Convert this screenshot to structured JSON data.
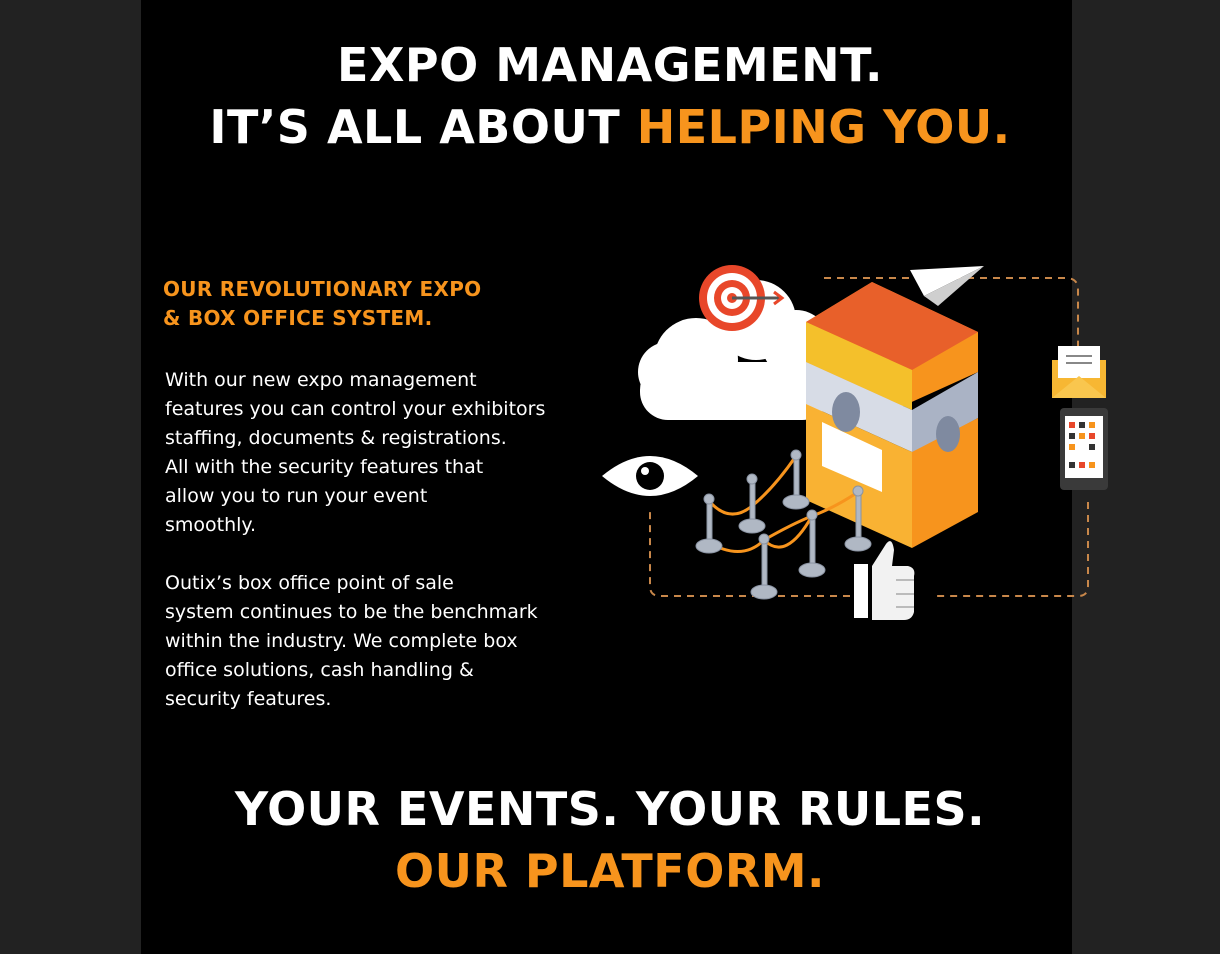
{
  "hero": {
    "line1": "EXPO MANAGEMENT.",
    "line2_white": "IT’S ALL ABOUT ",
    "line2_accent": "HELPING YOU."
  },
  "section": {
    "heading_line1": "OUR REVOLUTIONARY EXPO",
    "heading_line2": "& BOX OFFICE SYSTEM.",
    "paragraph1": [
      "With our new expo management",
      "features you can control your exhibitors",
      "staffing, documents & registrations.",
      "All with the security features that",
      "allow you to run your event",
      "smoothly."
    ],
    "paragraph2": [
      "Outix’s box office point of sale",
      "system continues to be the benchmark",
      "within the industry. We complete box",
      "office solutions, cash handling &",
      "security features."
    ]
  },
  "tagline": {
    "line1": "YOUR EVENTS. YOUR RULES.",
    "line2": "OUR PLATFORM."
  },
  "illustration_icons": [
    "cloud-icon",
    "target-icon",
    "paper-plane-icon",
    "envelope-icon",
    "tablet-icon",
    "eye-icon",
    "expo-booth-icon",
    "rope-barrier-icon",
    "thumbs-up-icon"
  ],
  "colors": {
    "accent": "#f7941d",
    "background": "#000000",
    "outer_background": "#222222",
    "text": "#ffffff"
  }
}
